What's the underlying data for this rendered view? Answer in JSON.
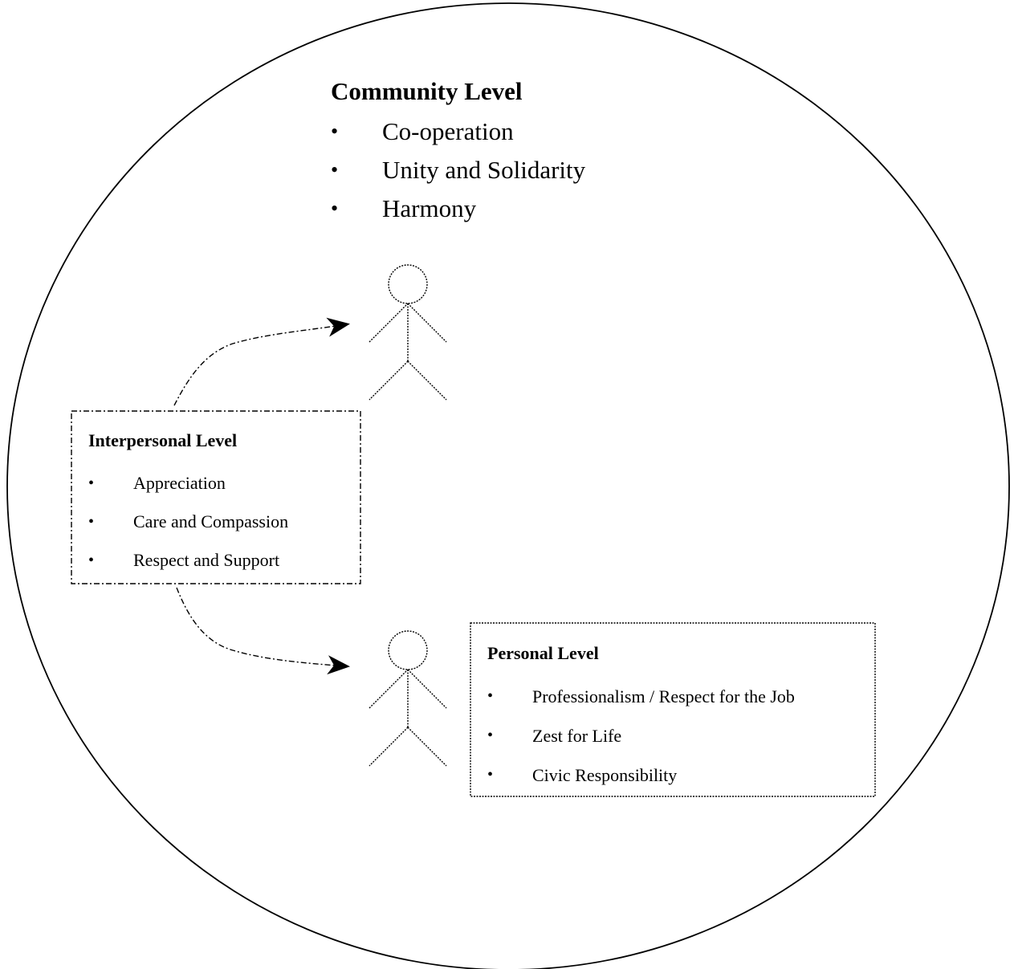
{
  "community": {
    "title": "Community Level",
    "items": [
      "Co-operation",
      "Unity and Solidarity",
      "Harmony"
    ]
  },
  "interpersonal": {
    "title": "Interpersonal Level",
    "items": [
      "Appreciation",
      "Care and Compassion",
      "Respect and Support"
    ]
  },
  "personal": {
    "title": "Personal Level",
    "items": [
      "Professionalism / Respect for the Job",
      "Zest for Life",
      "Civic Responsibility"
    ]
  },
  "bullet_glyph": "•",
  "colors": {
    "line": "#000000",
    "background": "#ffffff"
  }
}
